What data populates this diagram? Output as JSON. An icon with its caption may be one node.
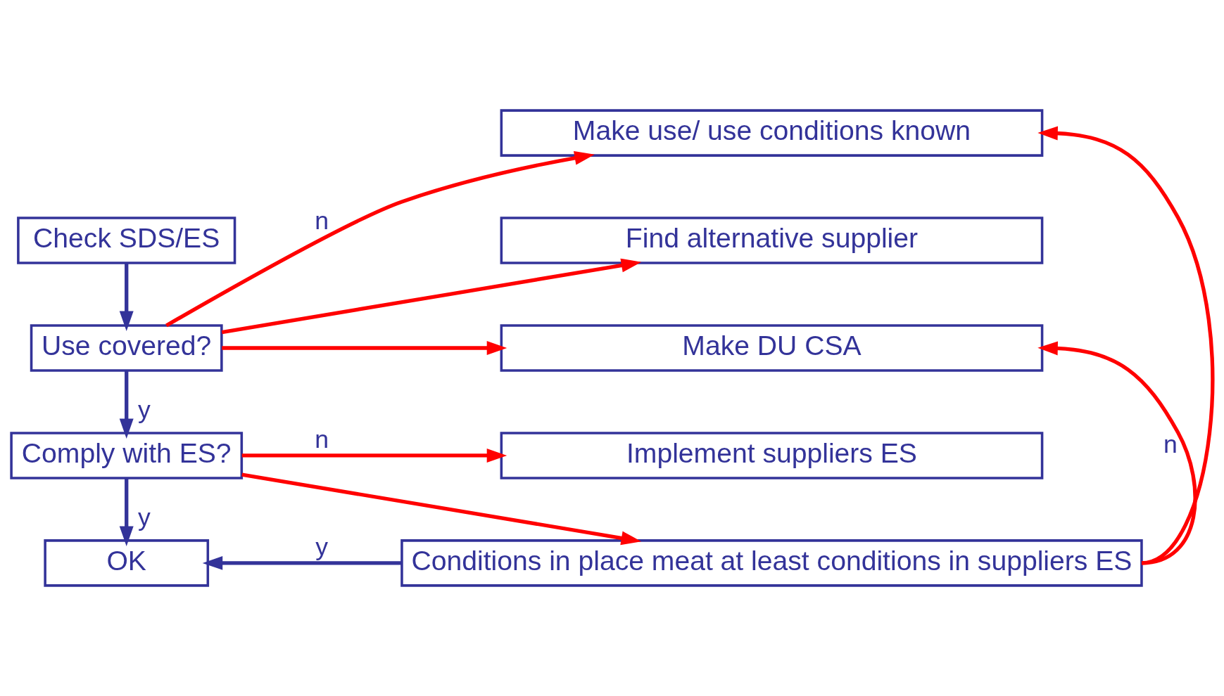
{
  "diagram": {
    "nodes": [
      {
        "text": [
          "Check SDS/ES"
        ]
      },
      {
        "text": [
          "Use covered?"
        ]
      },
      {
        "text": [
          "Comply with ES?"
        ]
      },
      {
        "text": [
          "OK"
        ]
      },
      {
        "text": [
          "Make use/ use conditions known"
        ]
      },
      {
        "text": [
          "Find alternative supplier"
        ]
      },
      {
        "text": [
          "Make DU CSA"
        ]
      },
      {
        "text": [
          "Implement suppliers ES"
        ]
      },
      {
        "text": [
          "Conditions in place meat at least conditions in suppliers ES"
        ]
      }
    ],
    "edges": [
      {
        "from": 0,
        "to": 1,
        "arrow": "to",
        "color": "#333399"
      },
      {
        "from": 1,
        "to": 4,
        "arrow": "to",
        "label": "n"
      },
      {
        "from": 1,
        "to": 5,
        "arrow": "to"
      },
      {
        "from": 1,
        "to": 6,
        "arrow": "to"
      },
      {
        "from": 1,
        "to": 2,
        "arrow": "to",
        "label": "y",
        "color": "#333399"
      },
      {
        "from": 2,
        "to": 7,
        "arrow": "to",
        "label": "n"
      },
      {
        "from": 2,
        "to": 8,
        "arrow": "to"
      },
      {
        "from": 2,
        "to": 3,
        "arrow": "to",
        "label": "y",
        "color": "#333399"
      },
      {
        "from": 8,
        "to": 3,
        "arrow": "to",
        "label": "y",
        "color": "#333399"
      },
      {
        "from": 8,
        "to": 6,
        "arrow": "to",
        "label": "n"
      },
      {
        "from": 8,
        "to": 4,
        "arrow": "to"
      }
    ]
  }
}
